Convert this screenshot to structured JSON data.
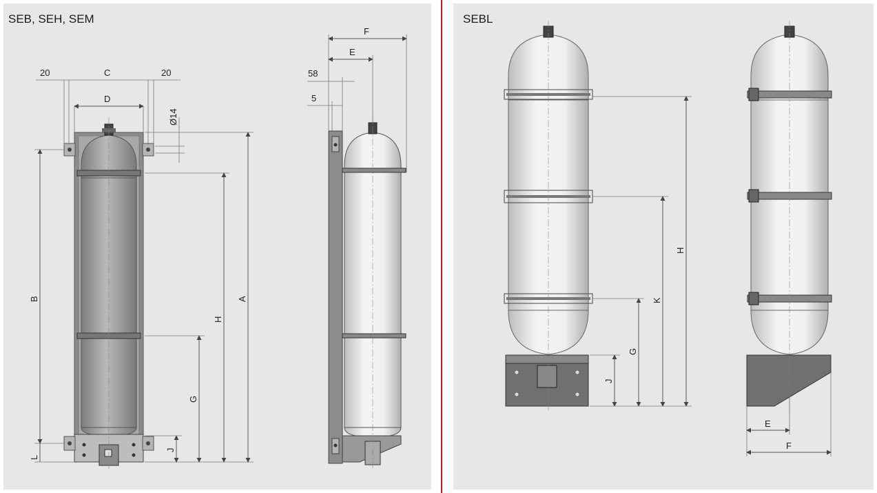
{
  "panels": {
    "left": {
      "title": "SEB, SEH, SEM",
      "labels": {
        "c": "C",
        "d": "D",
        "w20_left": "20",
        "w20_right": "20",
        "dia14": "Ø14",
        "a": "A",
        "b": "B",
        "h": "H",
        "g": "G",
        "j": "J",
        "l": "L",
        "f": "F",
        "e": "E",
        "d58": "58",
        "d5": "5"
      }
    },
    "right": {
      "title": "SEBL",
      "labels": {
        "h": "H",
        "k": "K",
        "g": "G",
        "j": "J",
        "e": "E",
        "f": "F"
      }
    }
  },
  "colors": {
    "divider": "#c8161d",
    "panel_bg": "#e7e7e7",
    "frame": "#6f6f6f",
    "vessel_dark": "#9a9a9a",
    "vessel_light": "#ececec"
  }
}
